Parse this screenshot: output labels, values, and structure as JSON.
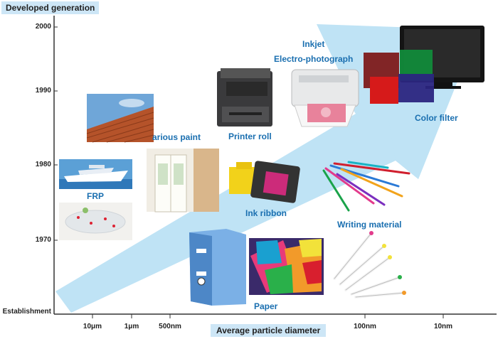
{
  "axes": {
    "y_title": "Developed generation",
    "x_title": "Average particle diameter",
    "y_ticks": [
      "2000",
      "1990",
      "1980",
      "1970",
      "Establishment"
    ],
    "x_ticks": [
      "10μm",
      "1μm",
      "500nm",
      "100nm",
      "10nm"
    ]
  },
  "categories": {
    "inkjet": "Inkjet",
    "electro": "Electro-photograph",
    "color_filter": "Color filter",
    "printer_roll": "Printer roll",
    "various_paint": "arious paint",
    "frp": "FRP",
    "ink_ribbon": "Ink ribbon",
    "writing_material": "Writing material",
    "paper": "Paper"
  },
  "icons": [
    "roof-tiles-image",
    "yacht-image",
    "bathtub-image",
    "window-door-image",
    "printer-image",
    "laser-printer-image",
    "monitor-image",
    "ink-cartridge-image",
    "pens-image",
    "binder-image",
    "colored-paper-image",
    "marker-pens-image"
  ],
  "colors": {
    "arrow": "#bfe3f5",
    "accent_text": "#1a6fb0",
    "label_box": "#cde6f6"
  }
}
